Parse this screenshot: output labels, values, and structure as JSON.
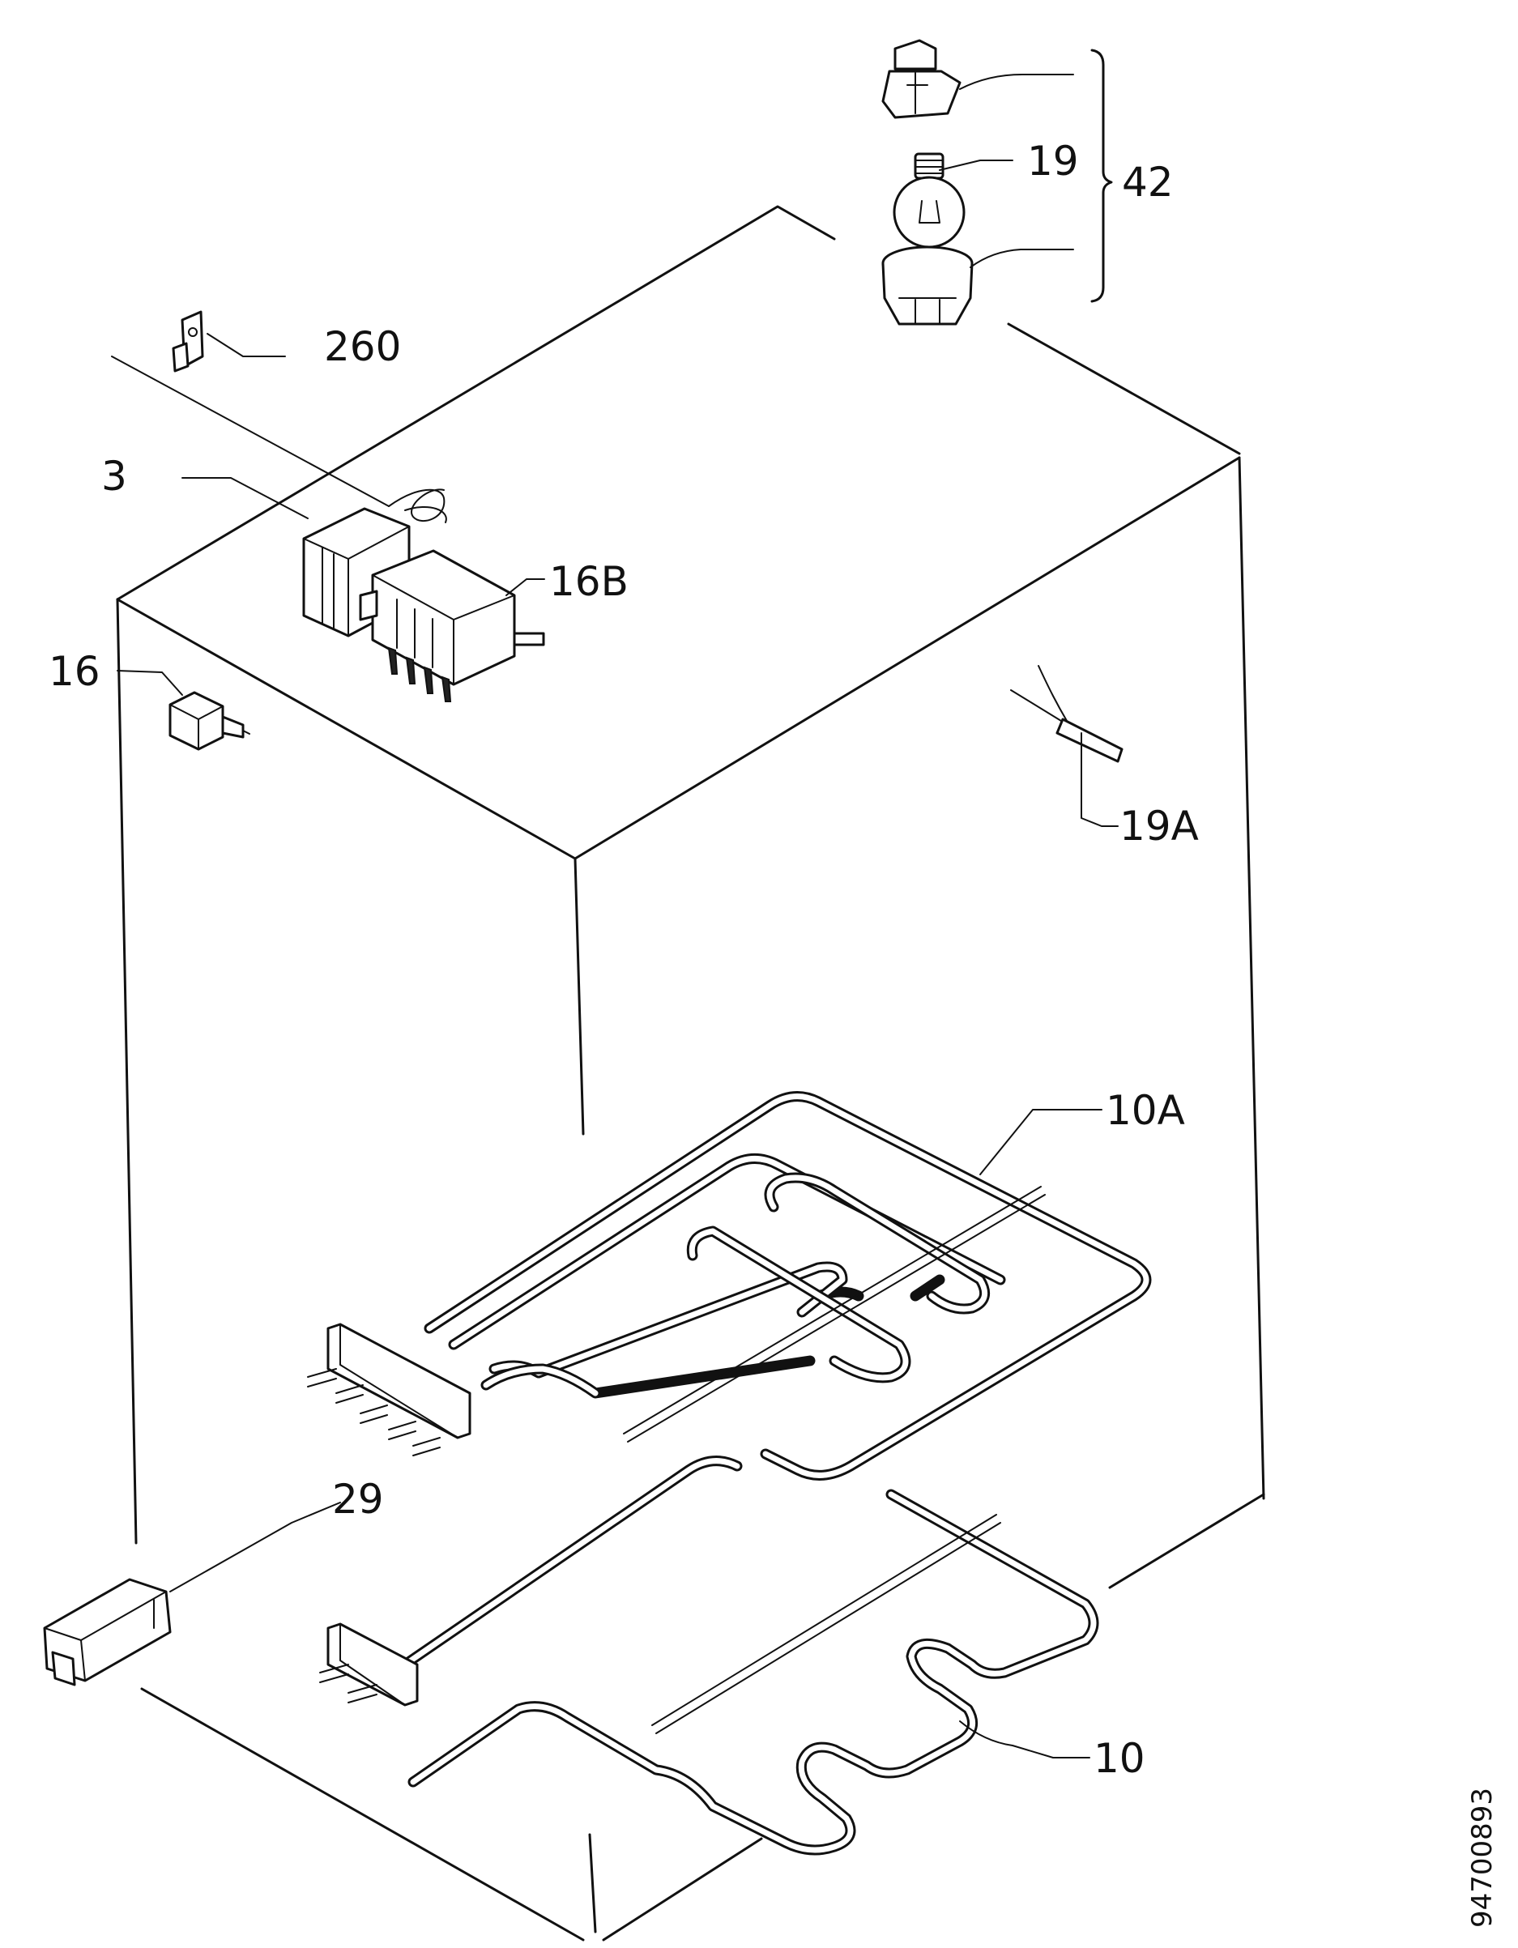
{
  "document_number": "94700893",
  "labels": {
    "lamp_assembly": "42",
    "lamp_bulb": "19",
    "bracket": "260",
    "thermostat": "3",
    "selector_switch": "16B",
    "push_switch": "16",
    "sensor": "19A",
    "top_element": "10A",
    "bottom_element": "10",
    "terminal_block": "29"
  }
}
